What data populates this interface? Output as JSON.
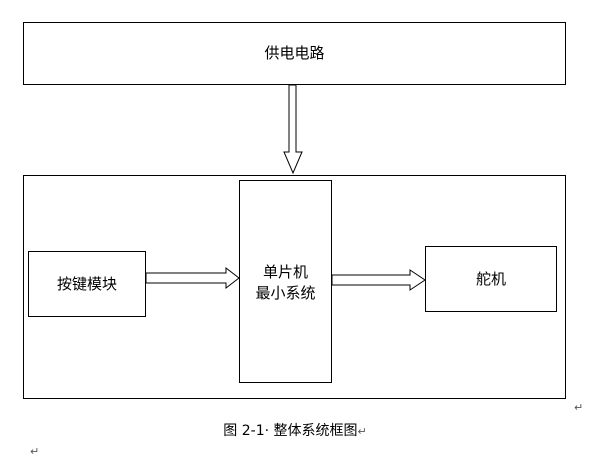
{
  "diagram": {
    "power": {
      "label": "供电电路"
    },
    "mcu": {
      "line1": "单片机",
      "line2": "最小系统"
    },
    "keys": {
      "label": "按键模块"
    },
    "servo": {
      "label": "舵机"
    },
    "caption": "图 2-1· 整体系统框图",
    "paragraph_mark": "↵"
  }
}
